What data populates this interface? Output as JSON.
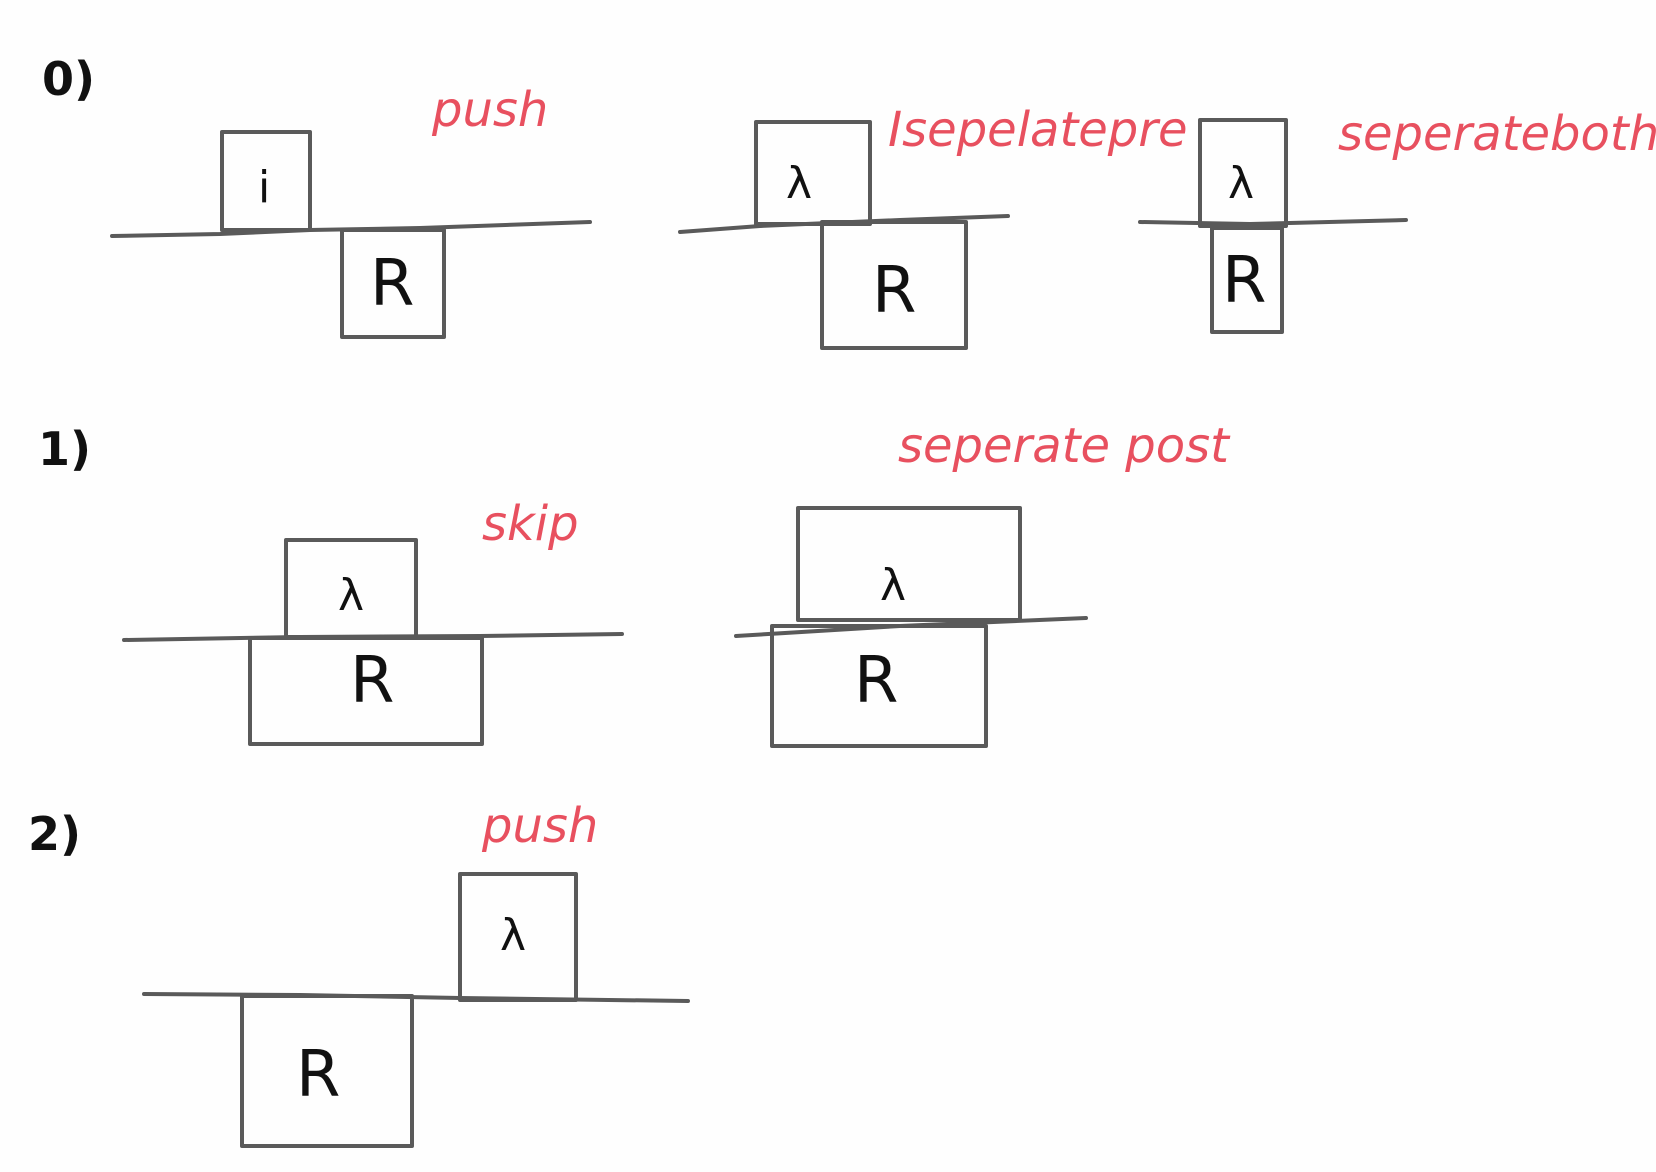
{
  "colors": {
    "ink": "#111111",
    "box_stroke": "#5a5a5a",
    "annotation": "#e8505f",
    "paper": "#fefefe"
  },
  "sections": [
    {
      "label": "0)",
      "cases": [
        {
          "tag": "push",
          "top": "i",
          "bottom": "R"
        },
        {
          "tag": "Isepelatepre",
          "top": "λ",
          "bottom": "R"
        },
        {
          "tag": "seperateboth",
          "top": "λ",
          "bottom": "R"
        }
      ]
    },
    {
      "label": "1)",
      "cases": [
        {
          "tag": "skip",
          "top": "λ",
          "bottom": "R"
        },
        {
          "tag": "seperate post",
          "top": "λ",
          "bottom": "R"
        }
      ]
    },
    {
      "label": "2)",
      "cases": [
        {
          "tag": "push",
          "top": "λ",
          "bottom": "R"
        }
      ]
    }
  ]
}
